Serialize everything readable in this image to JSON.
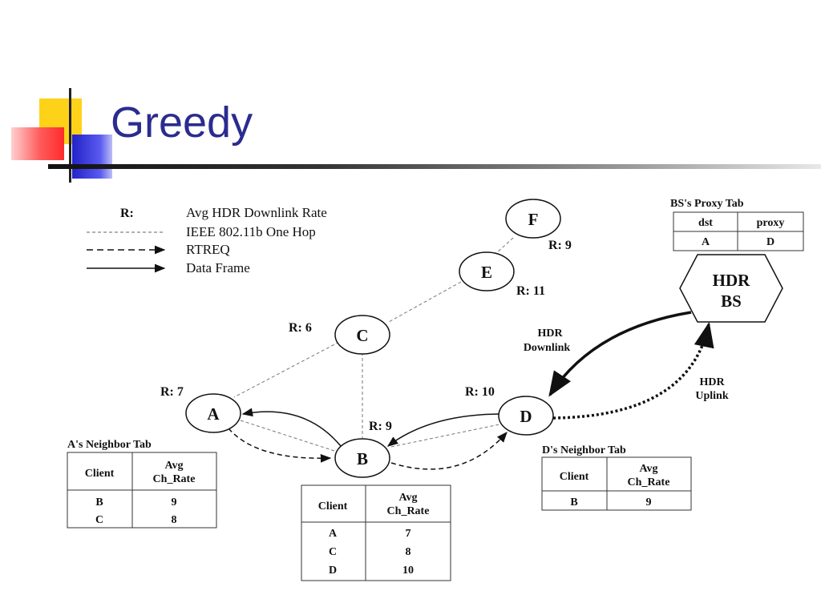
{
  "title": "Greedy",
  "legend": {
    "r_key": "R:",
    "r_desc": "Avg HDR Downlink Rate",
    "hop_desc": "IEEE 802.11b One Hop",
    "rtreq_desc": "RTREQ",
    "data_desc": "Data Frame"
  },
  "nodes": {
    "A": {
      "label": "A",
      "rate": "R: 7"
    },
    "B": {
      "label": "B",
      "rate": "R: 9"
    },
    "C": {
      "label": "C",
      "rate": "R: 6"
    },
    "D": {
      "label": "D",
      "rate": "R: 10"
    },
    "E": {
      "label": "E",
      "rate": "R: 11"
    },
    "F": {
      "label": "F",
      "rate": "R: 9"
    }
  },
  "bs": {
    "line1": "HDR",
    "line2": "BS"
  },
  "links": {
    "downlink1": "HDR",
    "downlink2": "Downlink",
    "uplink1": "HDR",
    "uplink2": "Uplink"
  },
  "proxy_table": {
    "title": "BS's Proxy Tab",
    "headers": [
      "dst",
      "proxy"
    ],
    "rows": [
      [
        "A",
        "D"
      ]
    ]
  },
  "a_table": {
    "title": "A's Neighbor Tab",
    "col1": "Client",
    "col2a": "Avg",
    "col2b": "Ch_Rate",
    "rows": [
      [
        "B",
        "9"
      ],
      [
        "C",
        "8"
      ]
    ]
  },
  "b_table": {
    "col1": "Client",
    "col2a": "Avg",
    "col2b": "Ch_Rate",
    "rows": [
      [
        "A",
        "7"
      ],
      [
        "C",
        "8"
      ],
      [
        "D",
        "10"
      ]
    ]
  },
  "d_table": {
    "title": "D's Neighbor Tab",
    "col1": "Client",
    "col2a": "Avg",
    "col2b": "Ch_Rate",
    "rows": [
      [
        "B",
        "9"
      ]
    ]
  }
}
